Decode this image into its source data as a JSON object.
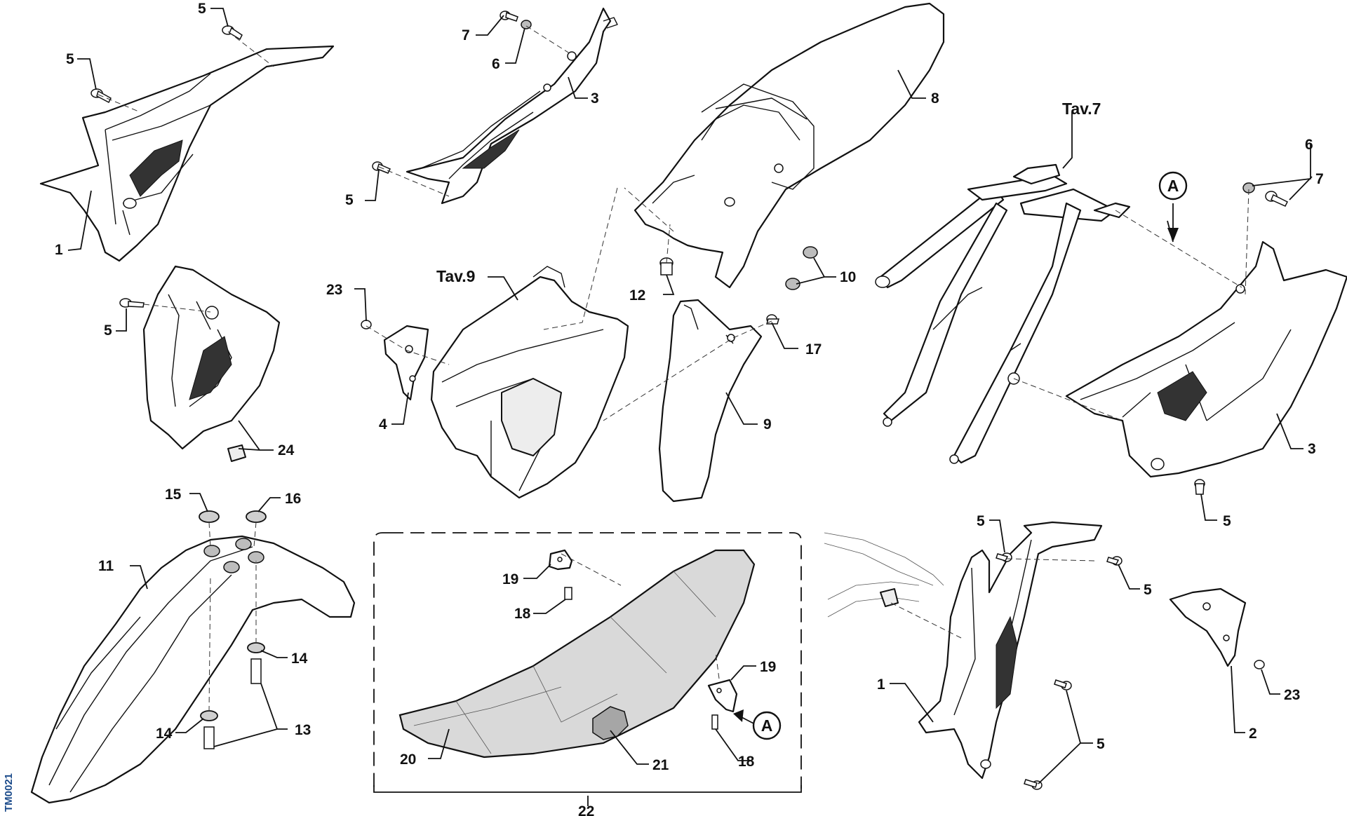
{
  "drawing_code": "TM0021",
  "callouts": {
    "c1_top": "1",
    "c5_a": "5",
    "c5_b": "5",
    "c7_top": "7",
    "c6_top": "6",
    "c3_top": "3",
    "c5_c": "5",
    "c8": "8",
    "tav7": "Tav.7",
    "c6_right": "6",
    "c7_right": "7",
    "c_A_top": "A",
    "c12": "12",
    "c10": "10",
    "c5_d": "5",
    "c23_top": "23",
    "tav9": "Tav.9",
    "c4": "4",
    "c17": "17",
    "c9": "9",
    "c24": "24",
    "c3_right": "3",
    "c5_e": "5",
    "c15": "15",
    "c16": "16",
    "c11": "11",
    "c14_a": "14",
    "c14_b": "14",
    "c13": "13",
    "c19_a": "19",
    "c18_a": "18",
    "c19_b": "19",
    "c_A_seat": "A",
    "c20": "20",
    "c21": "21",
    "c18_b": "18",
    "c22": "22",
    "c5_f": "5",
    "c5_g": "5",
    "c1_bottom": "1",
    "c5_h": "5",
    "c2": "2",
    "c23_bottom": "23"
  }
}
